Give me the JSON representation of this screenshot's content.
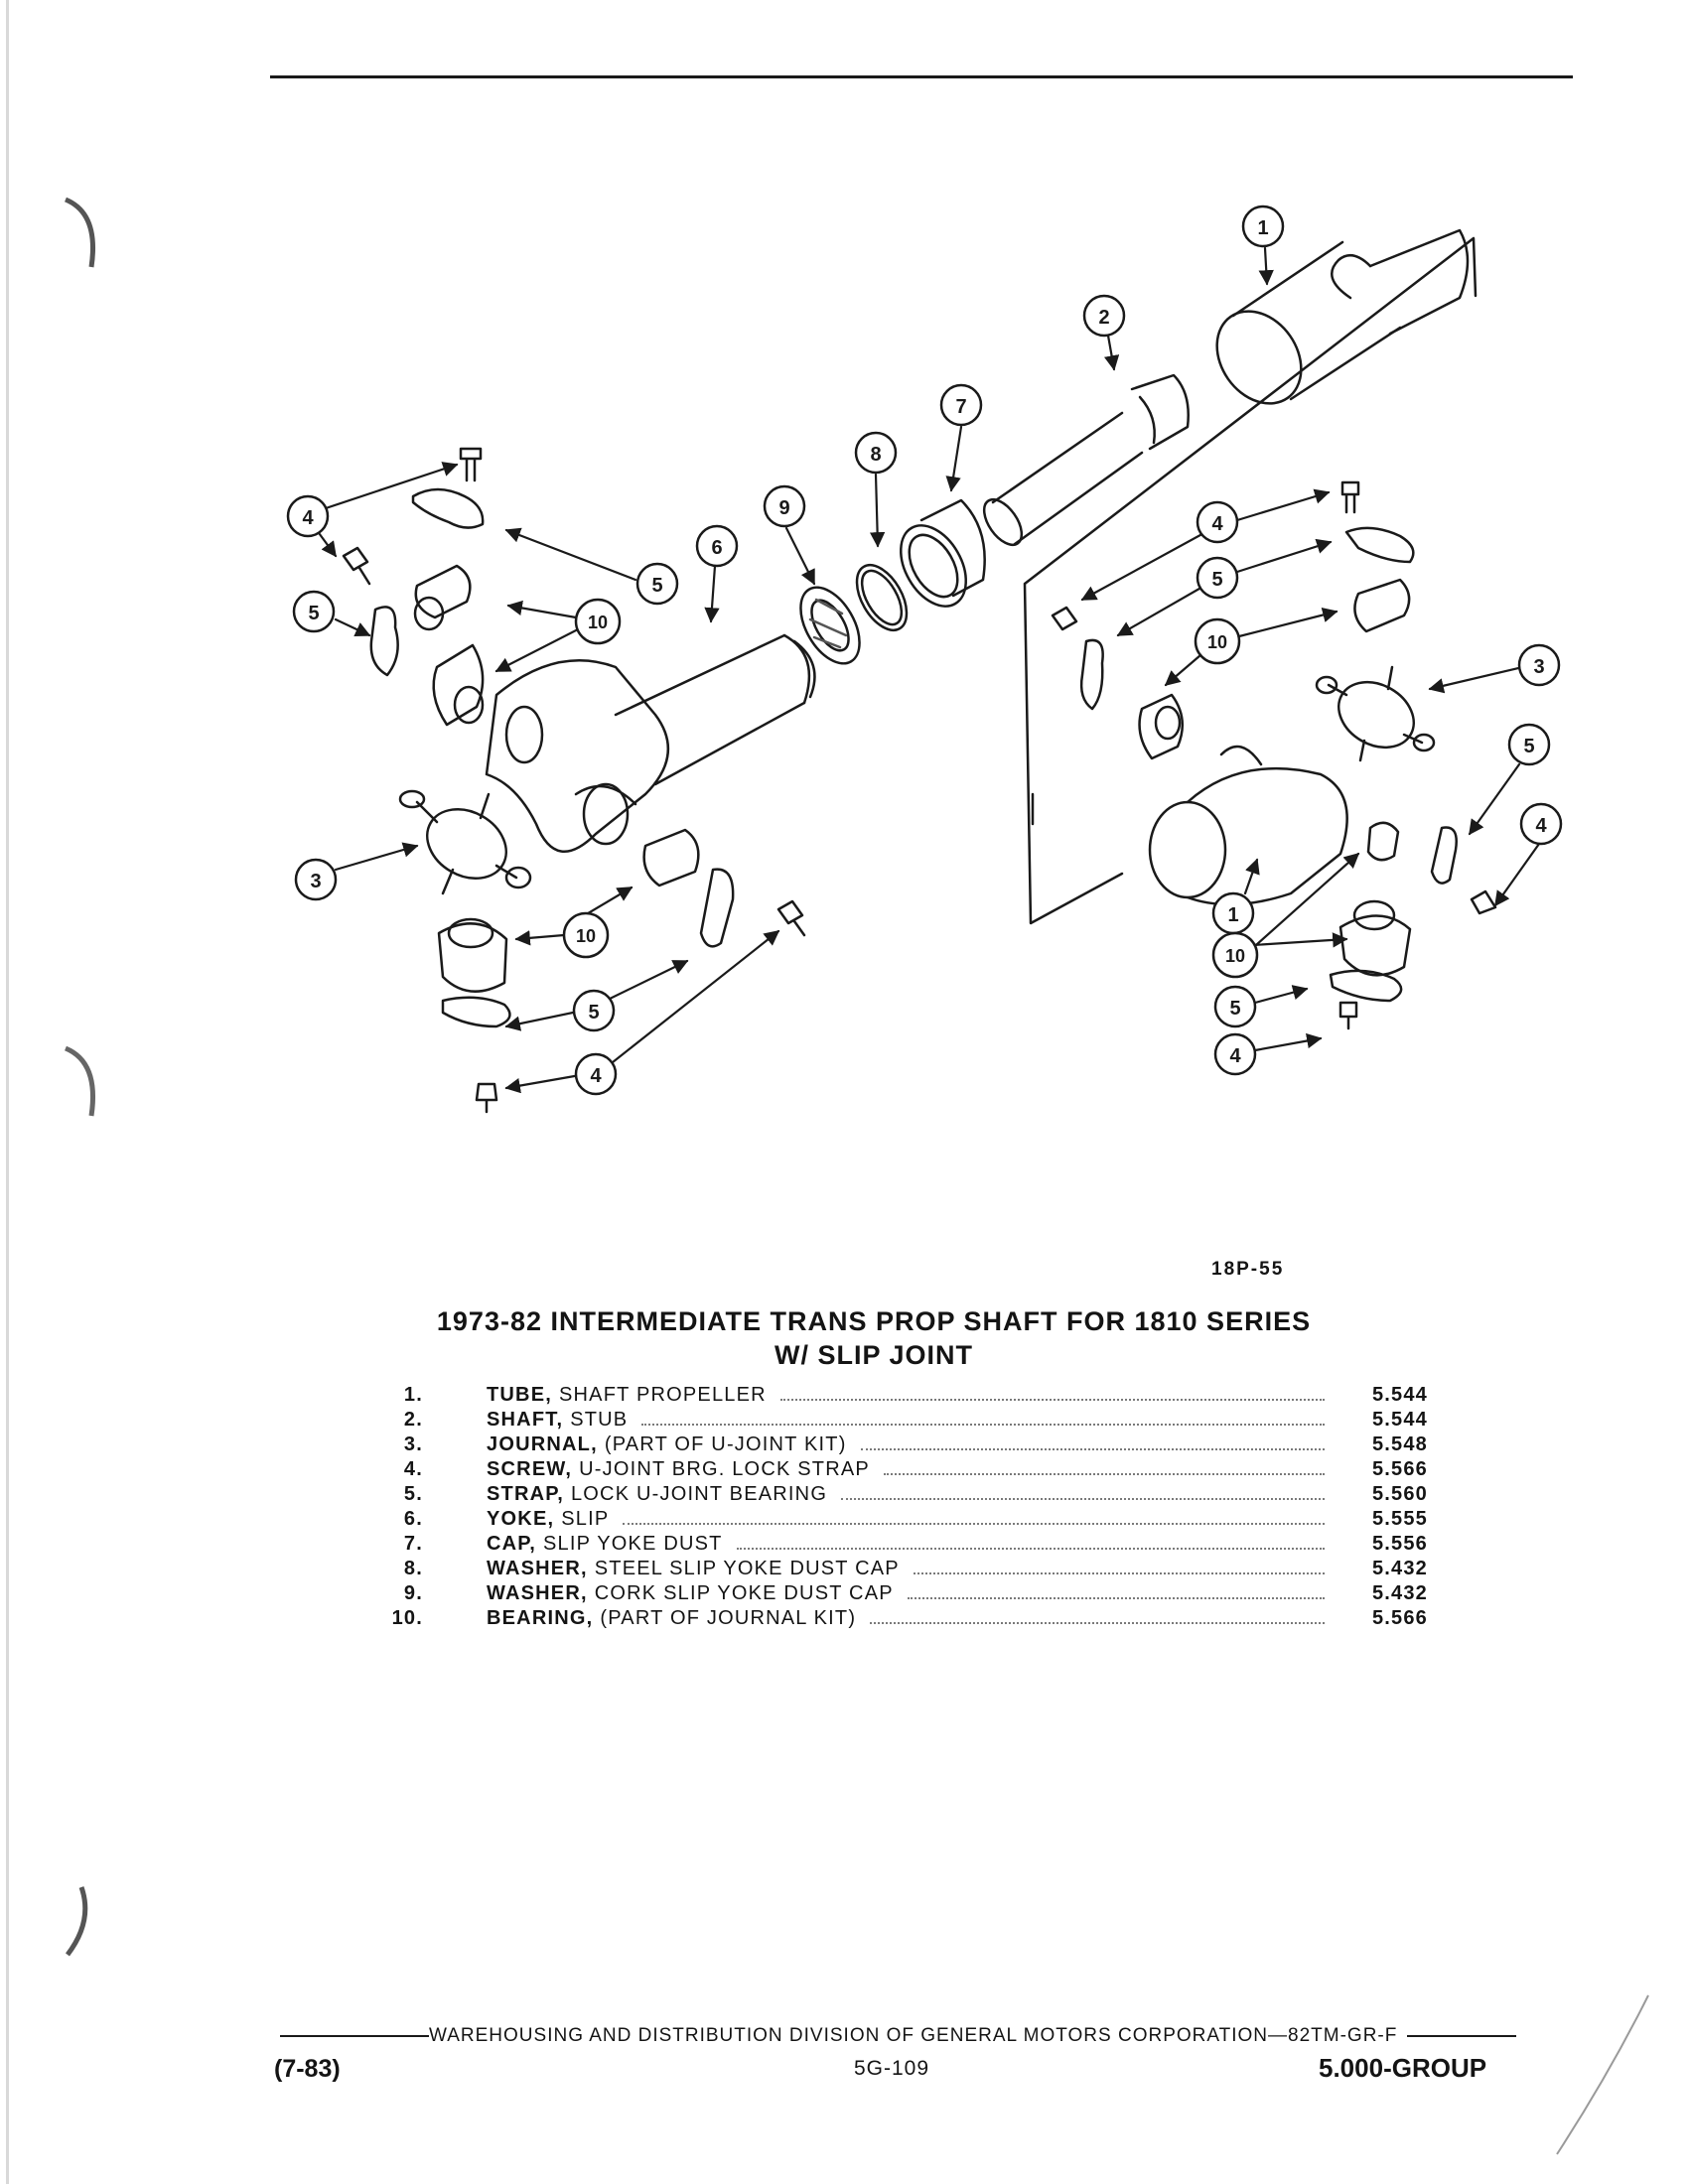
{
  "illustration": {
    "callouts": [
      "1",
      "2",
      "3",
      "4",
      "5",
      "6",
      "7",
      "8",
      "9",
      "10"
    ],
    "drawing_number": "18P-55"
  },
  "caption": {
    "line1": "1973-82 INTERMEDIATE TRANS PROP SHAFT FOR 1810 SERIES",
    "line2": "W/ SLIP JOINT"
  },
  "parts": [
    {
      "num": "1.",
      "name": "TUBE,",
      "desc": "SHAFT PROPELLER",
      "ref": "5.544"
    },
    {
      "num": "2.",
      "name": "SHAFT,",
      "desc": "STUB",
      "ref": "5.544"
    },
    {
      "num": "3.",
      "name": "JOURNAL,",
      "desc": "(PART OF U-JOINT KIT)",
      "ref": "5.548"
    },
    {
      "num": "4.",
      "name": "SCREW,",
      "desc": "U-JOINT BRG. LOCK STRAP",
      "ref": "5.566"
    },
    {
      "num": "5.",
      "name": "STRAP,",
      "desc": "LOCK U-JOINT BEARING",
      "ref": "5.560"
    },
    {
      "num": "6.",
      "name": "YOKE,",
      "desc": "SLIP",
      "ref": "5.555"
    },
    {
      "num": "7.",
      "name": "CAP,",
      "desc": "SLIP YOKE DUST",
      "ref": "5.556"
    },
    {
      "num": "8.",
      "name": "WASHER,",
      "desc": "STEEL SLIP YOKE DUST CAP",
      "ref": "5.432"
    },
    {
      "num": "9.",
      "name": "WASHER,",
      "desc": "CORK SLIP YOKE DUST CAP",
      "ref": "5.432"
    },
    {
      "num": "10.",
      "name": "BEARING,",
      "desc": "(PART OF JOURNAL KIT)",
      "ref": "5.566"
    }
  ],
  "footer": {
    "publisher": "WAREHOUSING AND DISTRIBUTION  DIVISION OF GENERAL MOTORS CORPORATION—82TM-GR-F",
    "revision": "(7-83)",
    "page": "5G-109",
    "group": "5.000-GROUP"
  }
}
